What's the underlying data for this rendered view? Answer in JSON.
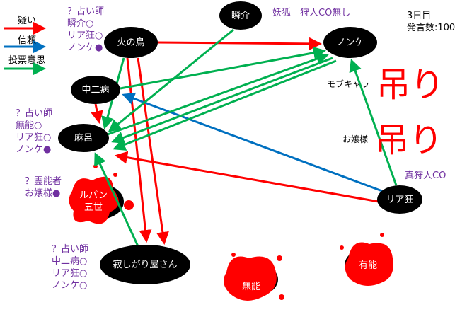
{
  "legend": [
    {
      "label": "疑い",
      "color": "#ff0000"
    },
    {
      "label": "信頼",
      "color": "#0070c0"
    },
    {
      "label": "投票意思",
      "color": "#00b050"
    }
  ],
  "status": {
    "day": "3日目",
    "speech_count": "発言数:100"
  },
  "nodes": {
    "hinotori": "火の鳥",
    "shunsuke": "瞬介",
    "nonke": "ノンケ",
    "chunibyo": "中二病",
    "maro": "麻呂",
    "lupin": "ルパン五世",
    "sabishigari": "寂しがり屋さん",
    "riakyo": "リア狂",
    "munou": "無能",
    "yuunou": "有能"
  },
  "notes": {
    "hinotori": [
      "？占い師",
      "瞬介○",
      "リア狂○",
      "ノンケ●"
    ],
    "maro": [
      "？占い師",
      "無能○",
      "リア狂○",
      "ノンケ●"
    ],
    "lupin": [
      "？霊能者",
      "お嬢様●"
    ],
    "sabishigari": [
      "？占い師",
      "中二病○",
      "リア狂○",
      "ノンケ○"
    ],
    "shunsuke": "妖狐　狩人CO無し",
    "riakyo": "真狩人CO"
  },
  "hanged": [
    {
      "stamp": "吊り",
      "name": "モブキャラ"
    },
    {
      "stamp": "吊り",
      "name": "お嬢様"
    }
  ]
}
